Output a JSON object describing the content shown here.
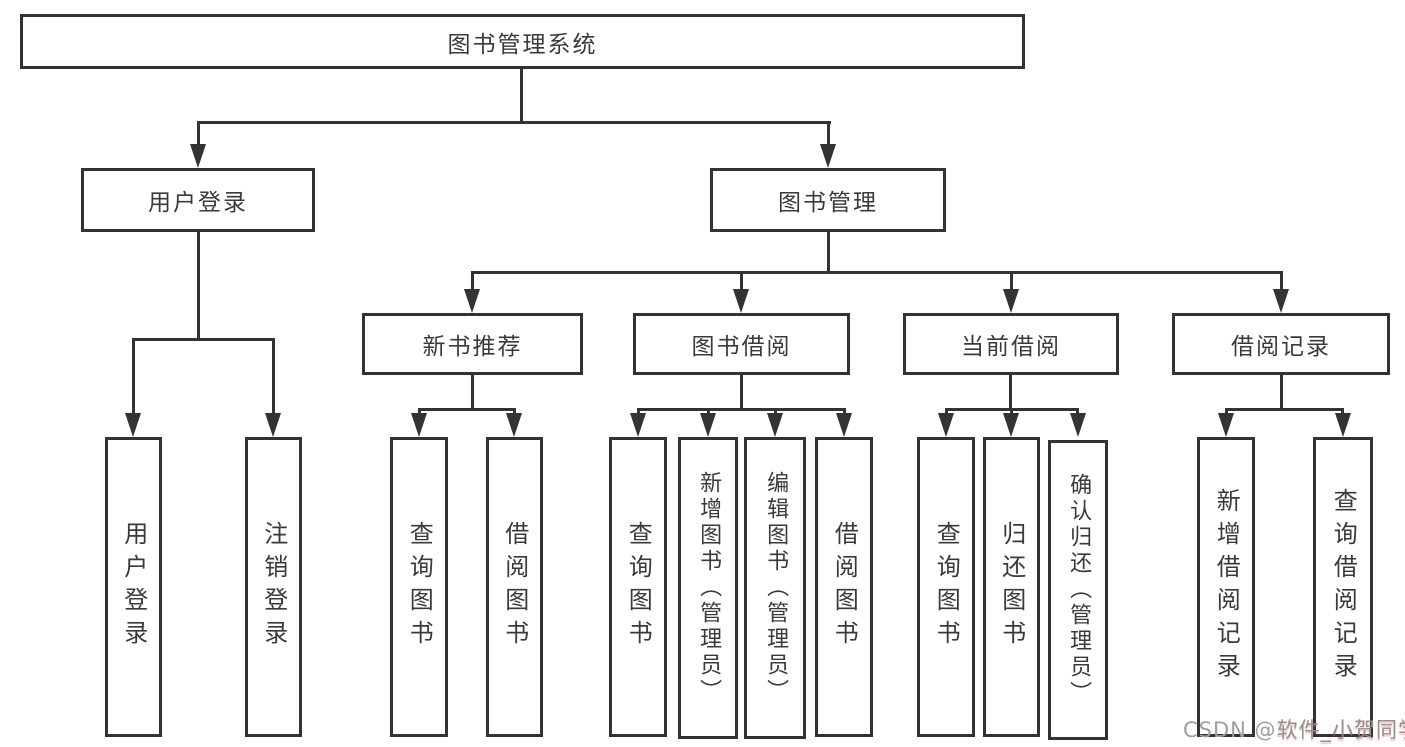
{
  "diagram": {
    "title_node": {
      "label": "图书管理系统"
    },
    "level2": [
      {
        "label": "用户登录"
      },
      {
        "label": "图书管理"
      }
    ],
    "level3": [
      {
        "label": "新书推荐"
      },
      {
        "label": "图书借阅"
      },
      {
        "label": "当前借阅"
      },
      {
        "label": "借阅记录"
      }
    ],
    "leaves": [
      {
        "label": "用户登录",
        "parent": "用户登录"
      },
      {
        "label": "注销登录",
        "parent": "用户登录"
      },
      {
        "label": "查询图书",
        "parent": "新书推荐"
      },
      {
        "label": "借阅图书",
        "parent": "新书推荐"
      },
      {
        "label": "查询图书",
        "parent": "图书借阅"
      },
      {
        "label": "新增图书（管理员）",
        "parent": "图书借阅"
      },
      {
        "label": "编辑图书（管理员）",
        "parent": "图书借阅"
      },
      {
        "label": "借阅图书",
        "parent": "图书借阅"
      },
      {
        "label": "查询图书",
        "parent": "当前借阅"
      },
      {
        "label": "归还图书",
        "parent": "当前借阅"
      },
      {
        "label": "确认归还（管理员）",
        "parent": "当前借阅"
      },
      {
        "label": "新增借阅记录",
        "parent": "借阅记录"
      },
      {
        "label": "查询借阅记录",
        "parent": "借阅记录"
      }
    ]
  },
  "watermark": {
    "prefix": "CSDN @",
    "author": "软件_小贺同学"
  },
  "colors": {
    "line": "#333333",
    "text": "#3a3a3a",
    "watermark_gray": "#9e9e9e"
  }
}
